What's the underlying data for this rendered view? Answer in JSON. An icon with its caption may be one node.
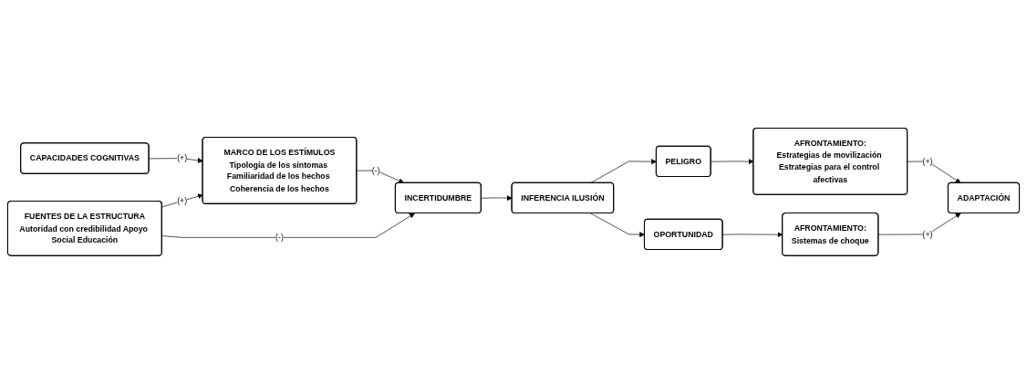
{
  "diagram": {
    "nodes": [
      {
        "text": [
          "MARCO DE LOS ESTÍMULOS",
          "Tipología de los síntomas Familiaridad de los hechos Coherencia de los hechos"
        ]
      },
      {
        "text": [
          "INCERTIDUMBRE"
        ]
      },
      {
        "text": [
          "INFERENCIA ILUSIÓN"
        ]
      },
      {
        "text": [
          "PELIGRO"
        ]
      },
      {
        "text": [
          "AFRONTAMIENTO:",
          "Estrategias de movilización Estrategias para el control afectivas"
        ]
      },
      {
        "text": [
          "ADAPTACIÓN"
        ]
      },
      {
        "text": [
          "CAPACIDADES COGNITIVAS"
        ]
      },
      {
        "text": [
          "FUENTES DE LA ESTRUCTURA",
          "Autoridad con credibilidad Apoyo Social Educación"
        ]
      },
      {
        "text": [
          "OPORTUNIDAD"
        ]
      },
      {
        "text": [
          "AFRONTAMIENTO:",
          "Sistemas de choque"
        ]
      }
    ],
    "edges": [
      {
        "from": 0,
        "to": 1,
        "arrow": "to",
        "label": "(-)"
      },
      {
        "from": 6,
        "to": 0,
        "arrow": "to",
        "label": "(+)"
      },
      {
        "from": 7,
        "to": 0,
        "arrow": "to",
        "label": "(+)"
      },
      {
        "from": 7,
        "to": 1,
        "arrow": "to",
        "label": "(-)"
      },
      {
        "from": 1,
        "to": 2,
        "arrow": "to"
      },
      {
        "from": 2,
        "to": 3,
        "arrow": "to"
      },
      {
        "from": 2,
        "to": 8,
        "arrow": "to"
      },
      {
        "from": 3,
        "to": 4,
        "arrow": "to"
      },
      {
        "from": 4,
        "to": 5,
        "arrow": "to",
        "label": "(+)"
      },
      {
        "from": 8,
        "to": 9,
        "arrow": "to"
      },
      {
        "from": 9,
        "to": 5,
        "arrow": "to",
        "label": "(+)"
      }
    ]
  }
}
